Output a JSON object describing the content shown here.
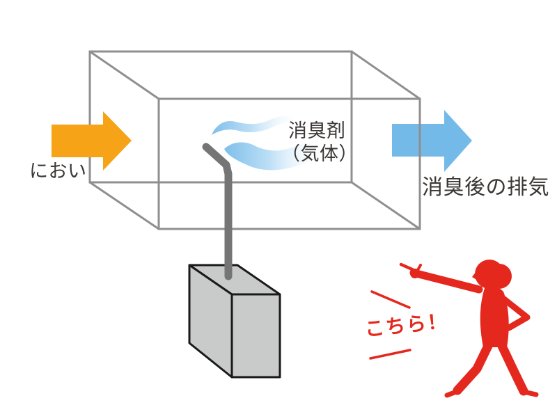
{
  "diagram": {
    "labels": {
      "inlet": "におい",
      "deodorant_line1": "消臭剤",
      "deodorant_line2": "（気体）",
      "outlet": "消臭後の排気",
      "callout": "こちら！"
    },
    "icons": {
      "inlet_arrow": "right-arrow",
      "outlet_arrow": "right-arrow",
      "gas": "wavy-gas-streams",
      "pipe": "bent-spray-pipe",
      "device": "deodorizer-box",
      "person": "person-pointing-silhouette"
    },
    "colors": {
      "inlet_arrow": "#F6A317",
      "outlet_arrow": "#74BAE9",
      "duct_outline": "#8F8F8F",
      "pipe": "#757575",
      "device_fill": "#C9CACA",
      "device_outline": "#1A1A1A",
      "gas_blue": "#7FBFEA",
      "gas_blue_light": "#BCDFF6",
      "accent_red": "#E5281D",
      "label_text": "#3A3735",
      "background": "#FFFFFF"
    }
  }
}
